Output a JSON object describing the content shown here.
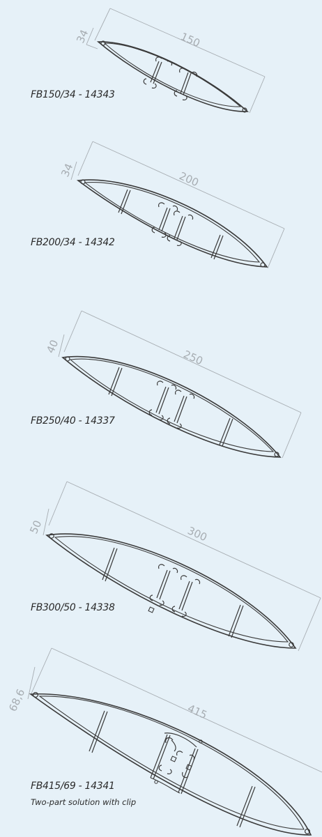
{
  "colors": {
    "background": "#e6f1f8",
    "profile_stroke": "#3a3a3a",
    "dimension_line": "#a7adb2",
    "caption_text": "#2a2a2a"
  },
  "profiles": [
    {
      "code": "FB150/34 - 14343",
      "length_label": "150",
      "height_label": "34"
    },
    {
      "code": "FB200/34 - 14342",
      "length_label": "200",
      "height_label": "34"
    },
    {
      "code": "FB250/40 - 14337",
      "length_label": "250",
      "height_label": "40"
    },
    {
      "code": "FB300/50 - 14338",
      "length_label": "300",
      "height_label": "50"
    },
    {
      "code": "FB415/69 - 14341",
      "length_label": "415",
      "height_label": "68,6",
      "note": "Two-part solution with clip"
    }
  ]
}
